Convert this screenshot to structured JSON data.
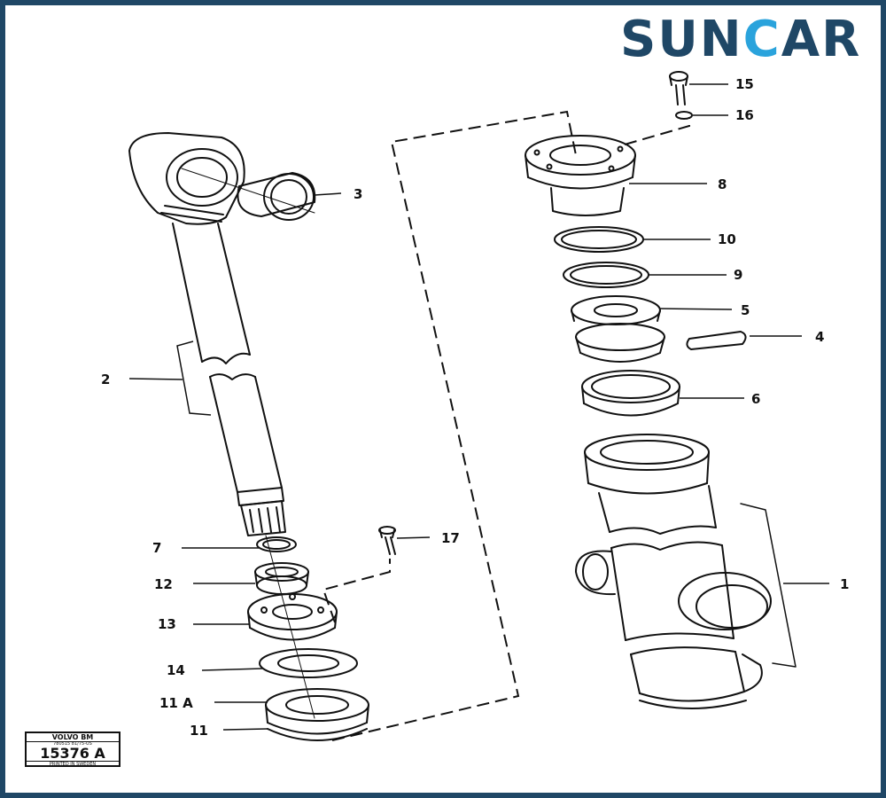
{
  "logo": {
    "part1": "SUN",
    "part2": "C",
    "part3": "AR",
    "text_color": "#1f4766",
    "accent_color": "#2aa3dc"
  },
  "frame_color": "#1f4766",
  "callouts": {
    "c1": "1",
    "c2": "2",
    "c3": "3",
    "c4": "4",
    "c5": "5",
    "c6": "6",
    "c7": "7",
    "c8": "8",
    "c9": "9",
    "c10": "10",
    "c11": "11",
    "c11a": "11 A",
    "c12": "12",
    "c13": "13",
    "c14": "14",
    "c15": "15",
    "c16": "16",
    "c17": "17"
  },
  "stamp": {
    "brand": "VOLVO BM",
    "date": "780515  81/75-US",
    "number": "15376 A",
    "country": "PRINTED IN SWEDEN"
  }
}
